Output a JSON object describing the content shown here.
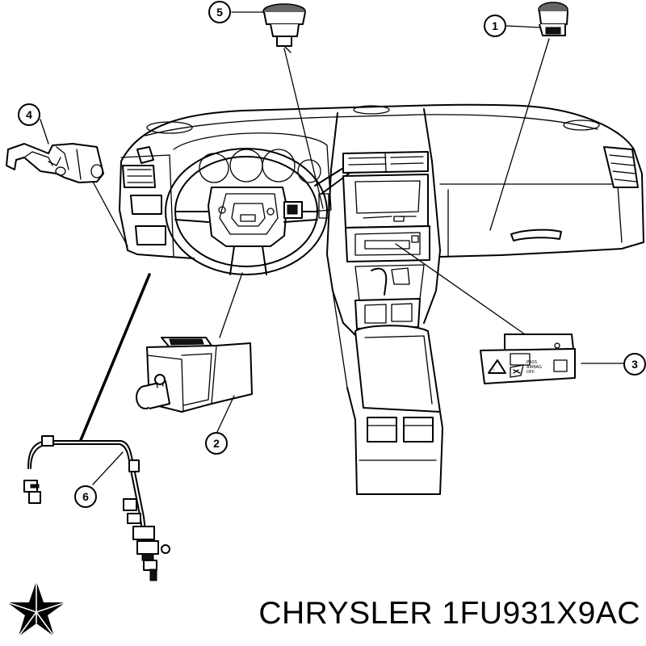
{
  "caption": "CHRYSLER 1FU931X9AC",
  "callouts": [
    {
      "id": "1",
      "label": "1"
    },
    {
      "id": "2",
      "label": "2"
    },
    {
      "id": "3",
      "label": "3"
    },
    {
      "id": "4",
      "label": "4"
    },
    {
      "id": "5",
      "label": "5"
    },
    {
      "id": "6",
      "label": "6"
    }
  ],
  "icons": {
    "logo": "chrysler-pentastar-icon"
  },
  "colors": {
    "line": "#000000",
    "background": "#ffffff"
  }
}
